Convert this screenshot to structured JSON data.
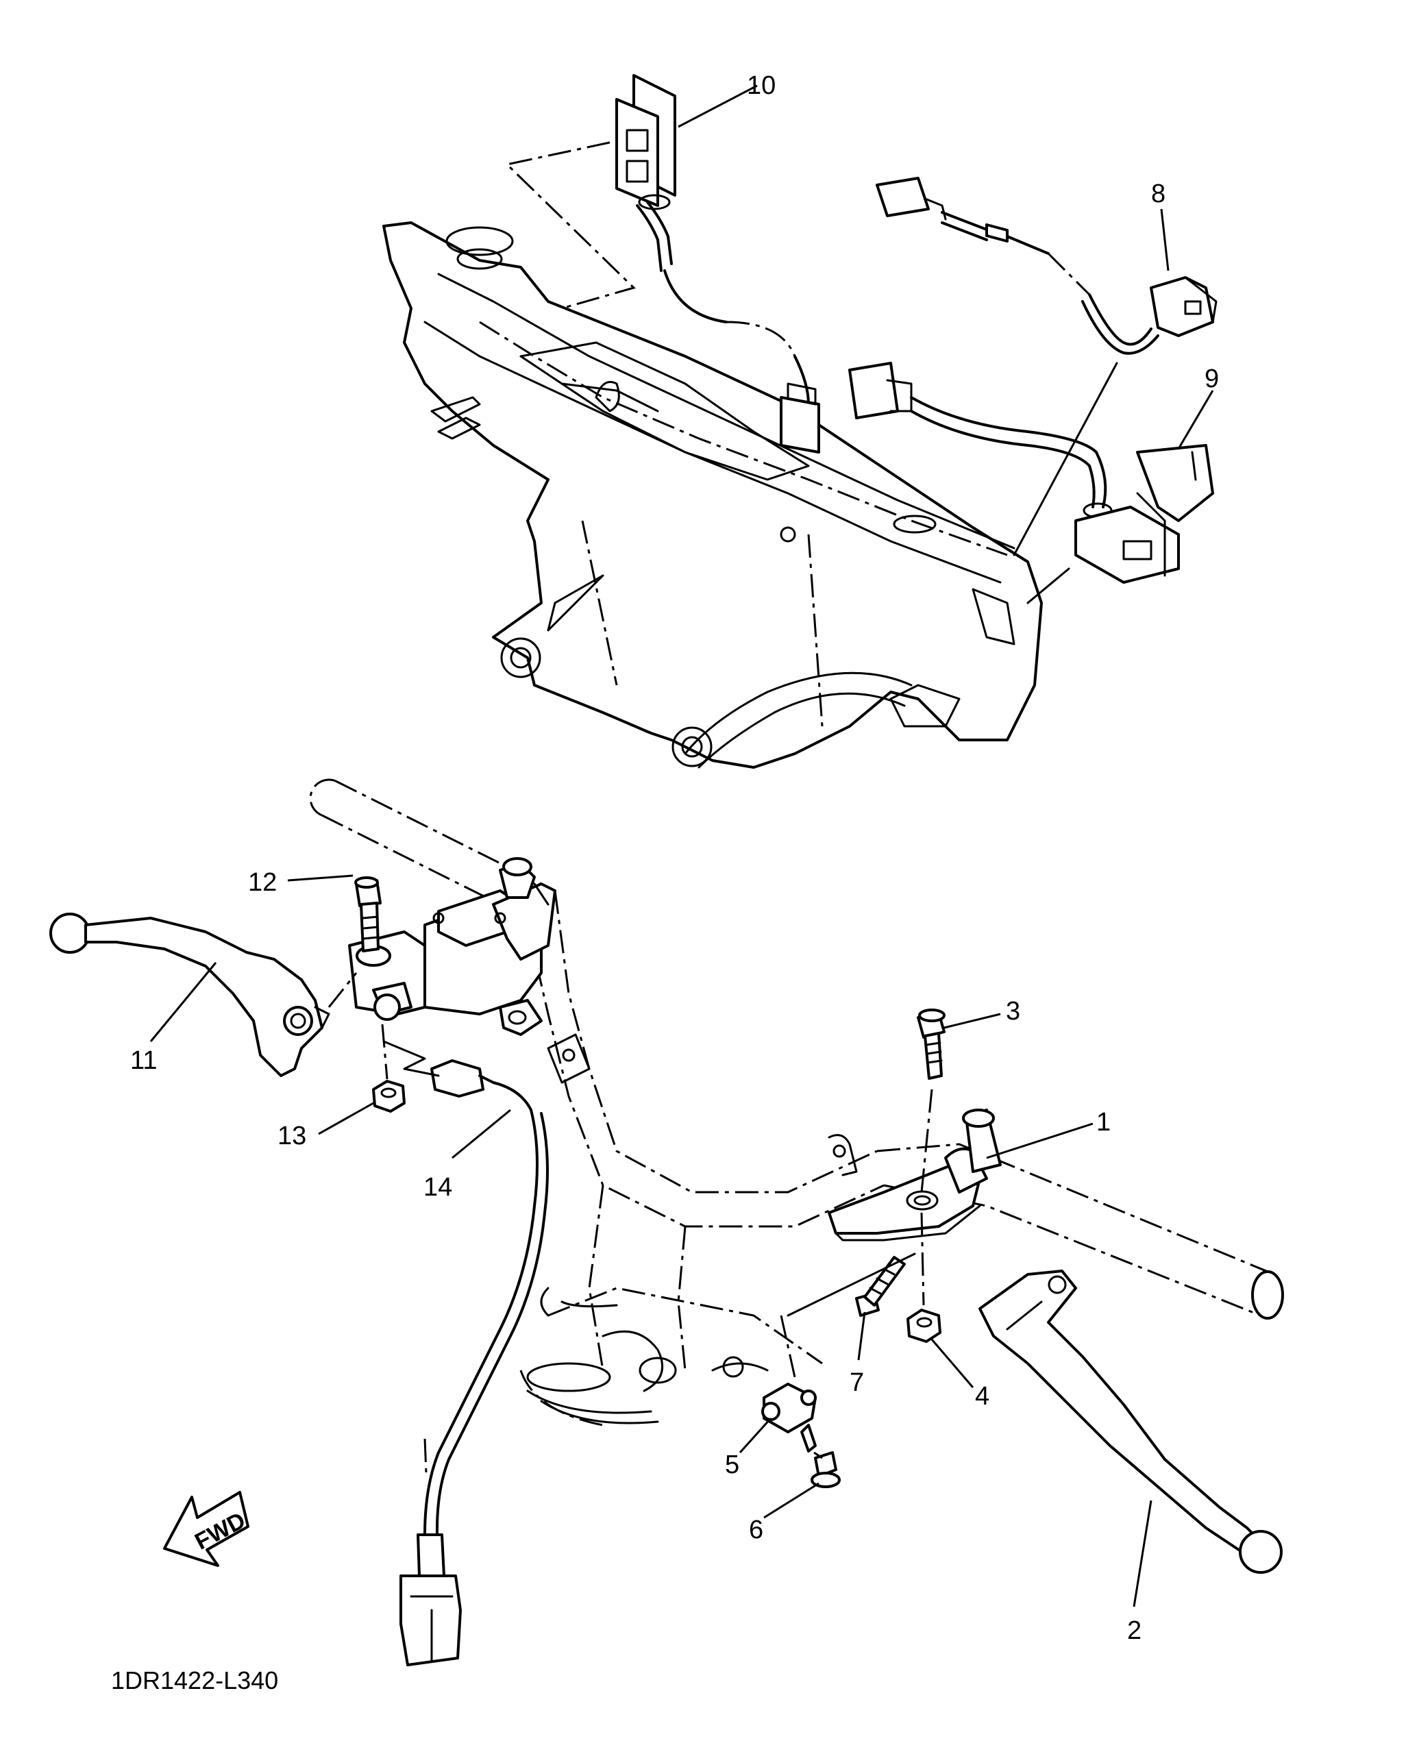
{
  "diagram_code": "1DR1422-L340",
  "fwd_label": "FWD",
  "callouts": [
    {
      "id": "1",
      "label": "1"
    },
    {
      "id": "2",
      "label": "2"
    },
    {
      "id": "3",
      "label": "3"
    },
    {
      "id": "4",
      "label": "4"
    },
    {
      "id": "5",
      "label": "5"
    },
    {
      "id": "6",
      "label": "6"
    },
    {
      "id": "7",
      "label": "7"
    },
    {
      "id": "8",
      "label": "8"
    },
    {
      "id": "9",
      "label": "9"
    },
    {
      "id": "10",
      "label": "10"
    },
    {
      "id": "11",
      "label": "11"
    },
    {
      "id": "12",
      "label": "12"
    },
    {
      "id": "13",
      "label": "13"
    },
    {
      "id": "14",
      "label": "14"
    }
  ]
}
